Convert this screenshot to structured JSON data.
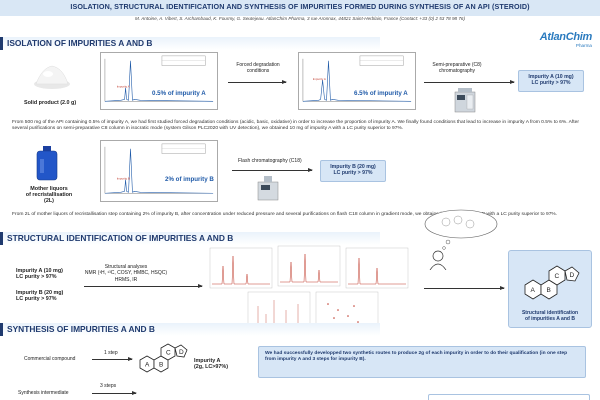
{
  "header": {
    "title": "ISOLATION, STRUCTURAL IDENTIFICATION AND SYNTHESIS OF IMPURITIES FORMED DURING SYNTHESIS OF AN API (STEROID)",
    "authors": "M. Antoine, A. Vibert, S. Archambaud, K. Fourmy, G. Seutejeau. AtlanChim Pharma, 3 rue Aronnax, 44821 Saint-Herblain, France (Contact: +33 (0) 2 53 78 98 76)"
  },
  "logo": {
    "name": "AtlanChim",
    "sub": "Pharma"
  },
  "sections": {
    "isolation": "ISOLATION OF IMPURITIES A AND B",
    "structural": "STRUCTURAL IDENTIFICATION OF IMPURITIES A AND B",
    "synthesis": "SYNTHESIS OF IMPURITIES A AND B"
  },
  "isolation": {
    "solid_label": "Solid product (2.0 g)",
    "chrom1_label": "0.5% of impurity A",
    "step1_label": "Forced degradation conditions",
    "chrom2_label": "6.5% of impurity A",
    "step2_label": "Semi-preparative (C8) chromatography",
    "resultA_line1": "Impurity A (10 mg)",
    "resultA_line2": "LC purity > 97%",
    "para1": "From 500 mg of the API containing 0.5% of impurity A, we had first studied forced degradation conditions (acidic, basic, oxidative) in order to increase the proportion of impurity A. We finally found conditions that lead to increase in impurity A from 0.5% to 6%. After several purifications on semi-preparative C8 column in isocratic mode (system Gilson PLC2020 with UV detection), we obtained 10 mg of impurity A with a LC purity superior to 97%.",
    "liquor_line1": "Mother liquors",
    "liquor_line2": "of recristallisation (2L)",
    "chrom3_label": "2% of impurity B",
    "step3_label": "Flash chromatography (C18)",
    "resultB_line1": "Impurity B (20 mg)",
    "resultB_line2": "LC purity > 97%",
    "para2": "From 2L of mother liquors of recristallisation step containing 2% of impurity B, after concentration under reduced pressure and several purifications on flash C18 column in gradient mode, we obtained 20 mg of impurity B with a LC purity superior to 97%."
  },
  "structural": {
    "impA_line1": "Impurity A (10 mg)",
    "impA_line2": "LC purity > 97%",
    "impB_line1": "Impurity B (20 mg)",
    "impB_line2": "LC purity > 97%",
    "analyses_title": "Structural analyses",
    "analyses_line1": "NMR (¹H, ¹³C, COSY, HMBC, HSQC)",
    "analyses_line2": "HRMS, IR",
    "result_line1": "Structural identification",
    "result_line2": "of impurities A and B"
  },
  "synthesis": {
    "commercial": "Commercial compound",
    "step_a": "1 step",
    "impA_line1": "Impurity A",
    "impA_line2": "(2g, LC>97%)",
    "intermediate": "Synthesis intermediate",
    "step_b": "3 steps",
    "conclusion": "We had successfully developped two synthetic routes to produce 2g of each impurity in order to do their qualification (in one step from impurity A and 3 steps for impurity B)."
  },
  "ring_labels": {
    "a": "A",
    "b": "B",
    "c": "C",
    "d": "D"
  },
  "colors": {
    "accent": "#1f3a6e",
    "box": "#d7e6f6",
    "logo": "#2b7bbf",
    "chrom_peak": "#1f5aa8",
    "nmr": "#c0392b"
  }
}
